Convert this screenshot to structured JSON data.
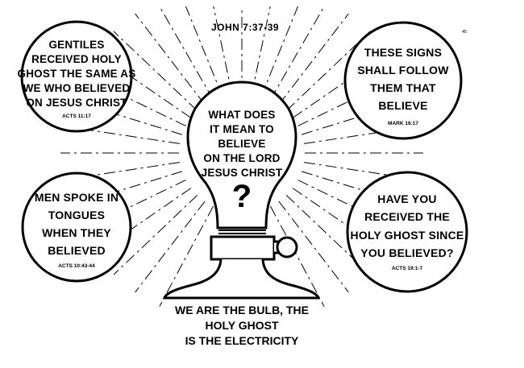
{
  "reference": "JOHN 7:37-39",
  "page_number": "45",
  "bulb": {
    "lines": [
      "WHAT DOES",
      "IT MEAN TO",
      "BELIEVE",
      "ON THE LORD",
      "JESUS CHRIST"
    ],
    "question_mark": "?"
  },
  "circles": [
    {
      "lines": [
        "GENTILES",
        "RECEIVED HOLY",
        "GHOST THE SAME AS",
        "WE WHO BELIEVED",
        "ON JESUS CHRIST"
      ],
      "ref": "ACTS 11:17"
    },
    {
      "lines": [
        "THESE SIGNS",
        "SHALL FOLLOW",
        "THEM THAT",
        "BELIEVE"
      ],
      "ref": "MARK 16:17"
    },
    {
      "lines": [
        "MEN SPOKE IN",
        "TONGUES",
        "WHEN THEY",
        "BELIEVED"
      ],
      "ref": "ACTS 10:43-44"
    },
    {
      "lines": [
        "HAVE YOU",
        "RECEIVED THE",
        "HOLY GHOST SINCE",
        "YOU BELIEVED?"
      ],
      "ref": "ACTS 19:1-7"
    }
  ],
  "caption": [
    "WE ARE THE BULB, THE",
    "HOLY GHOST",
    "IS THE ELECTRICITY"
  ]
}
